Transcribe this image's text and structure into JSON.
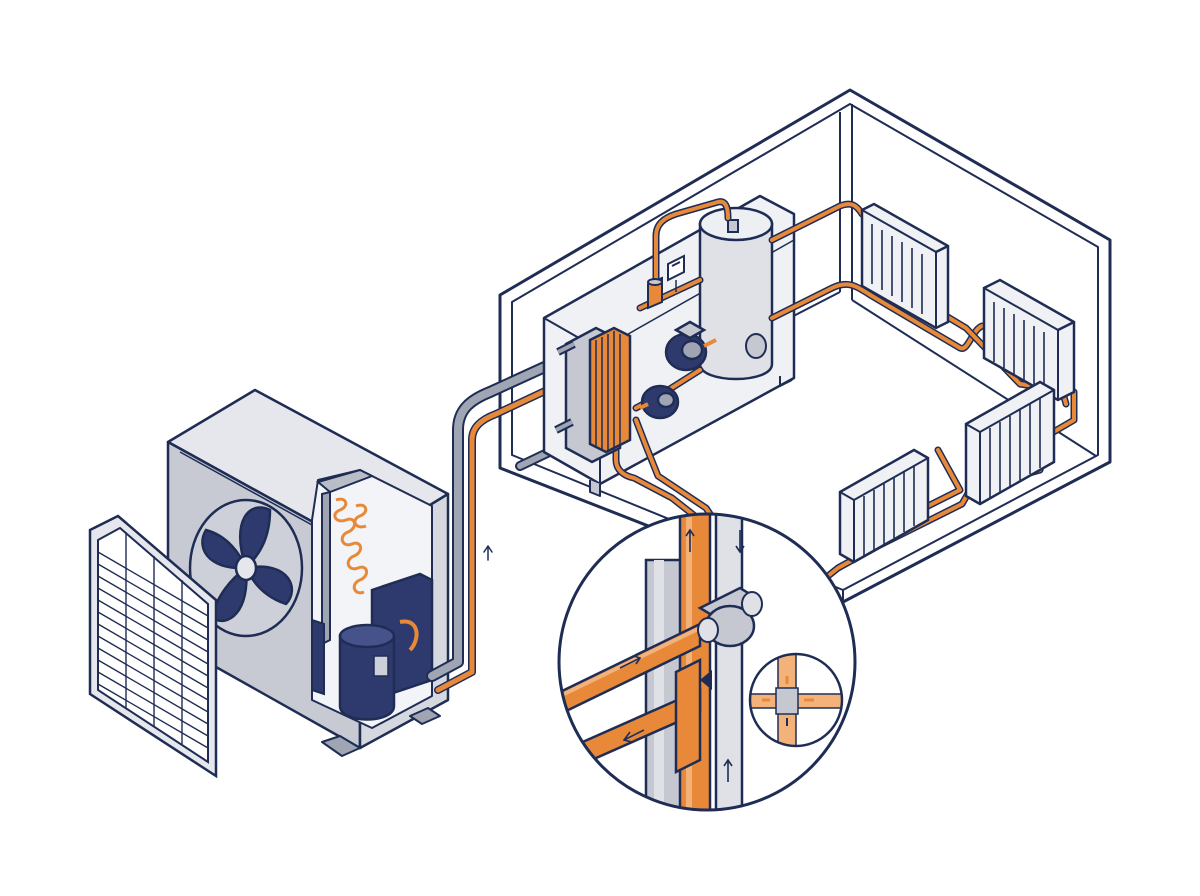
{
  "diagram": {
    "kind": "isometric illustration",
    "components": [
      "room-enclosure",
      "outdoor-unit",
      "front-grille",
      "fan",
      "coil",
      "compressor",
      "refrigerant-lines",
      "heat-exchanger",
      "circulation-pump",
      "expansion-vessel",
      "hot-water-cylinder",
      "control-panel",
      "radiator",
      "radiator",
      "radiator",
      "radiator",
      "detail-callout",
      "valve-inset"
    ]
  },
  "colors": {
    "outline": "#1f2d55",
    "pipe_orange": "#e8893a",
    "pipe_grey": "#9fa5b3",
    "metal_light": "#dfe1e7",
    "metal_mid": "#c5c8d1",
    "navy": "#2e3a6e",
    "background": "#ffffff"
  }
}
